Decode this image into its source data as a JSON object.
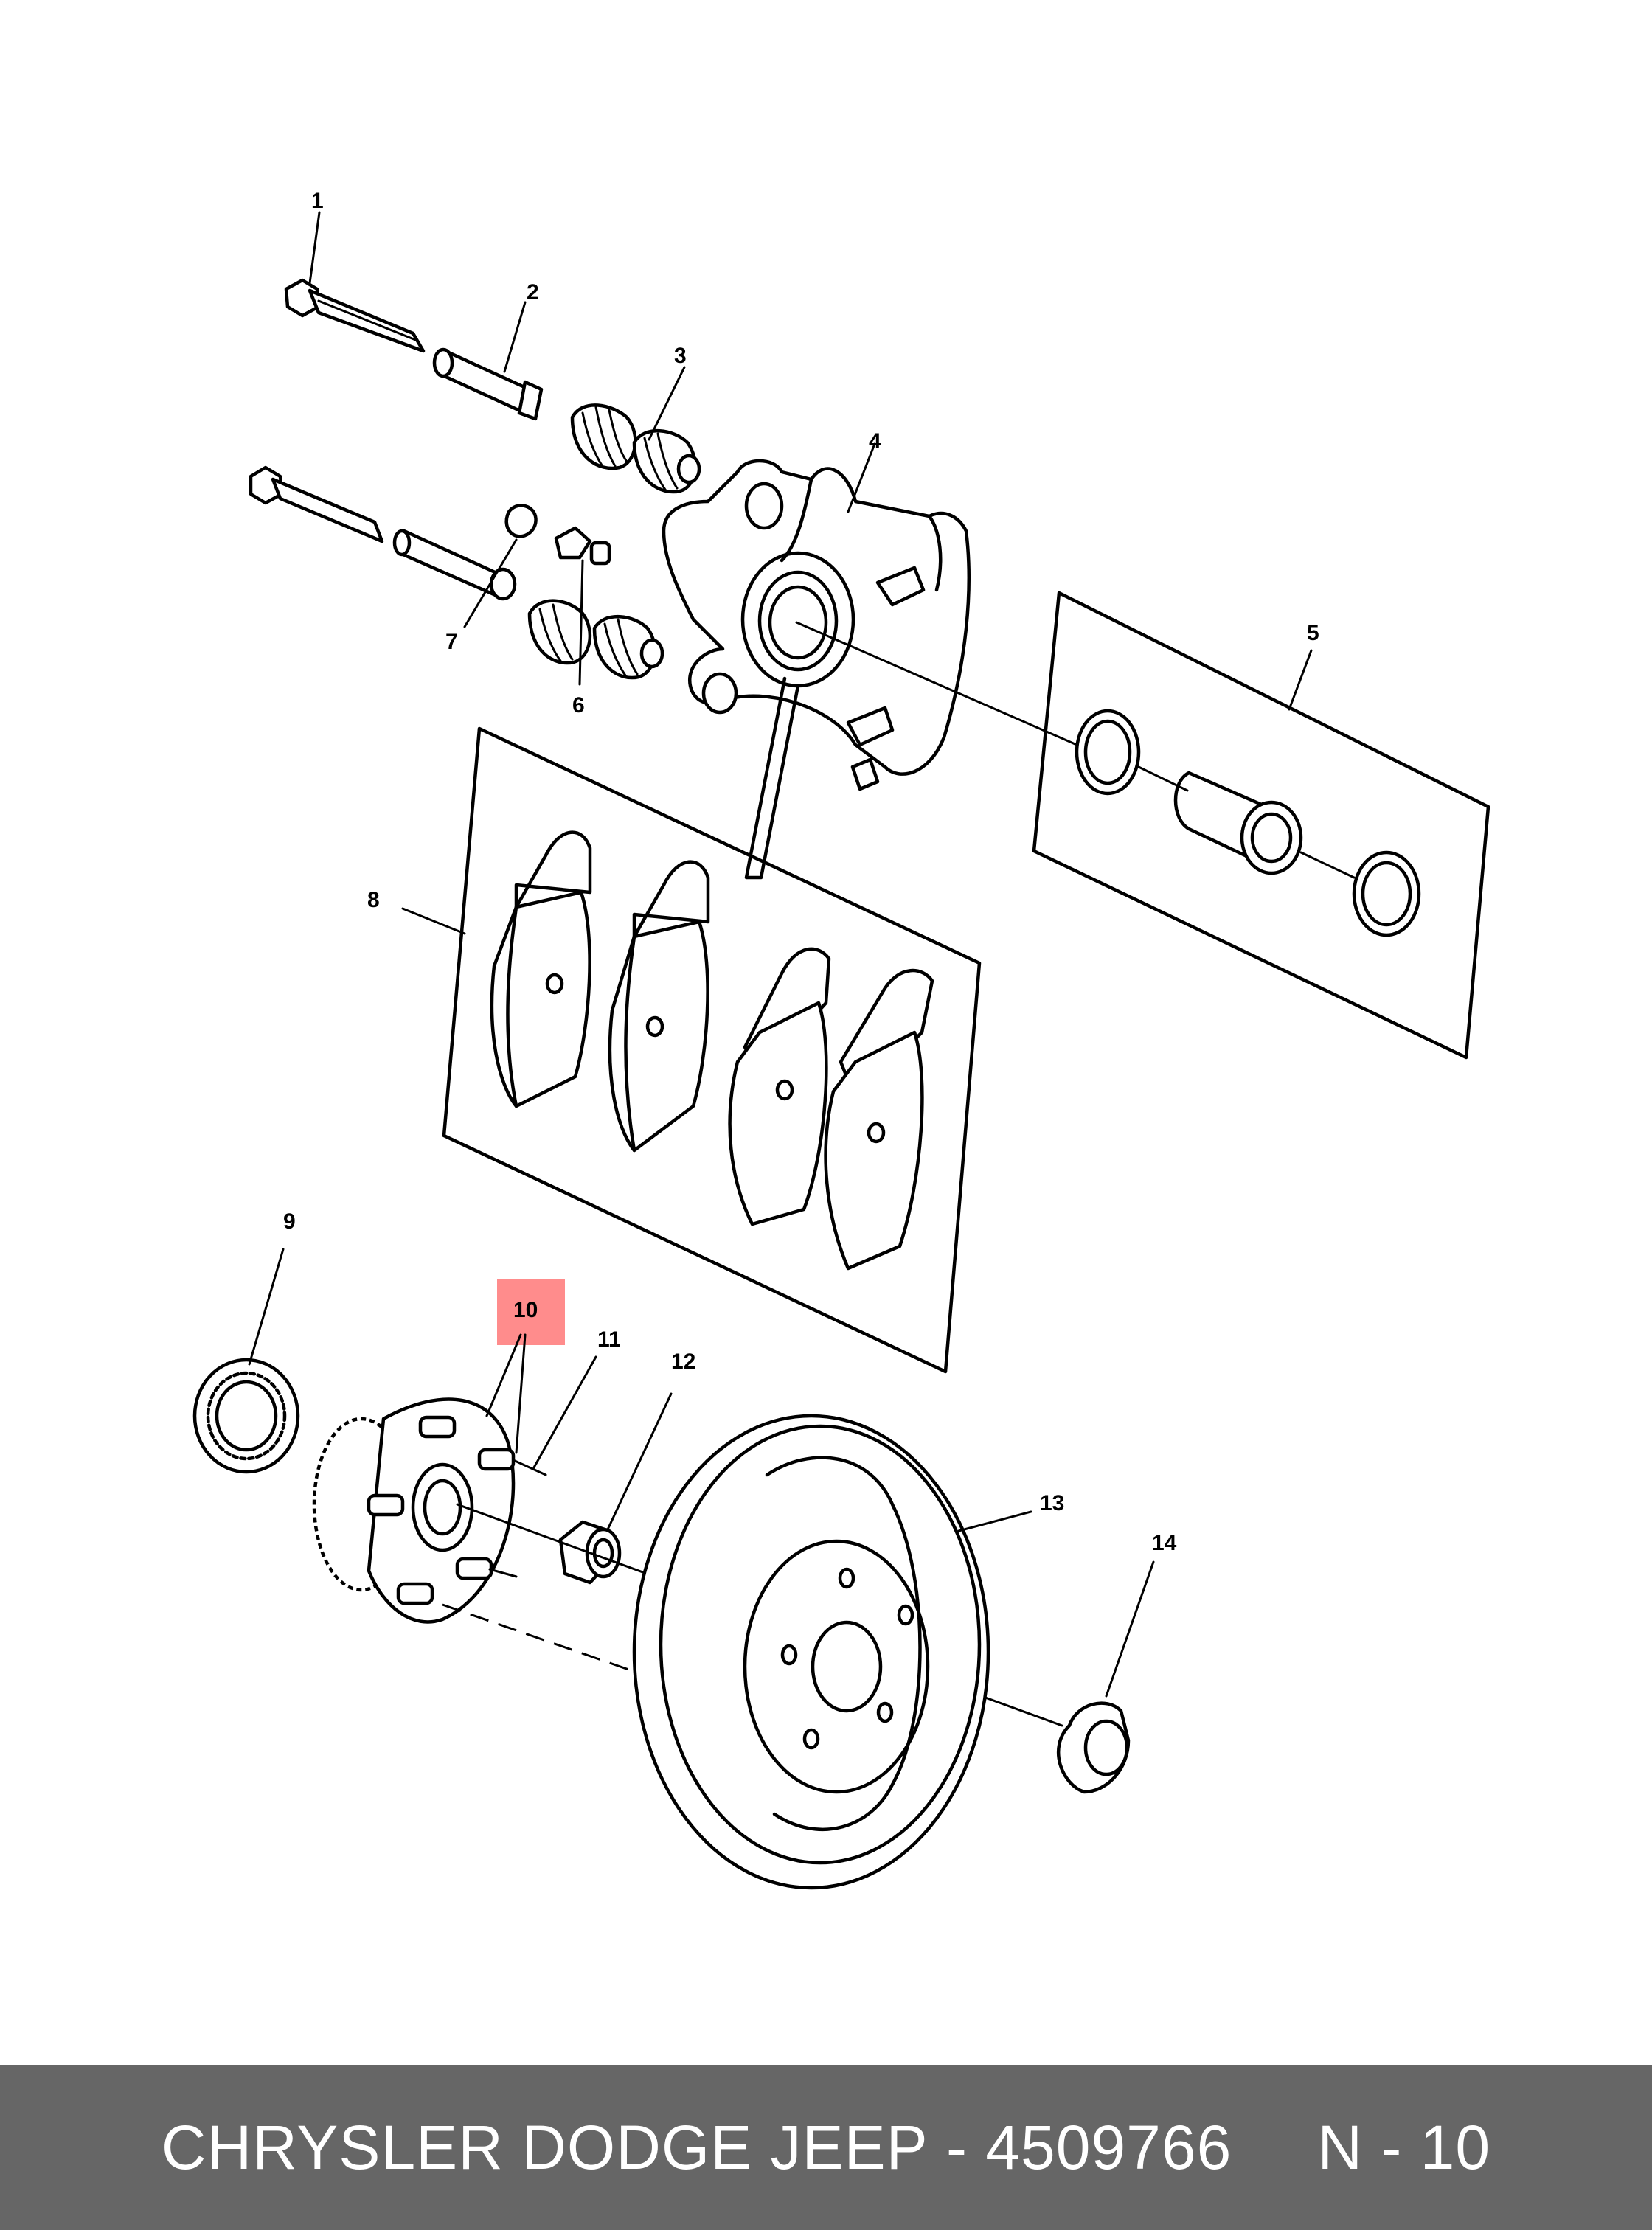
{
  "labels": {
    "l1": "1",
    "l2": "2",
    "l3": "3",
    "l4": "4",
    "l5": "5",
    "l6": "6",
    "l7": "7",
    "l8": "8",
    "l9": "9",
    "l10": "10",
    "l11": "11",
    "l12": "12",
    "l13": "13",
    "l14": "14"
  },
  "highlight": {
    "label": "10",
    "color": "#ff0000"
  },
  "footer": {
    "brand": "CHRYSLER DODGE JEEP",
    "separator": " - ",
    "part_number": "4509766",
    "page_ref": "N - 10",
    "background": "#666666",
    "text_color": "#ffffff"
  }
}
